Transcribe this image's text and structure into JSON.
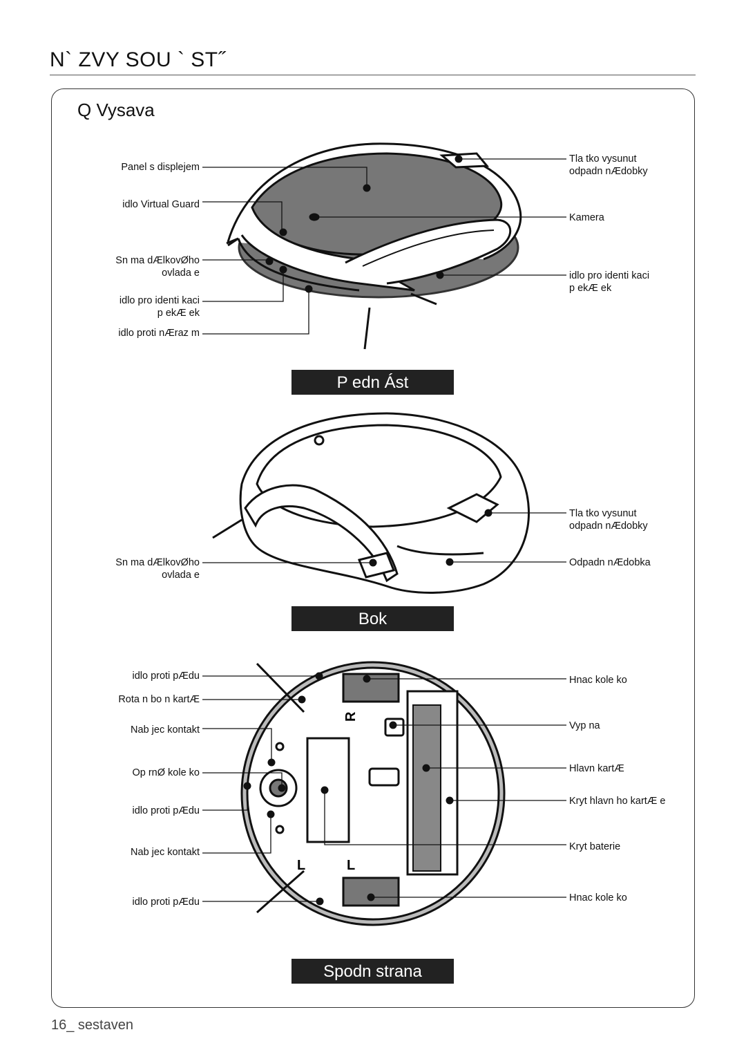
{
  "header": {
    "title": "N` ZVY SOU ` ST˝"
  },
  "section": {
    "title": "Q Vysava"
  },
  "views": {
    "front": {
      "banner": "P edn   Ást",
      "labels_left": [
        "Panel s displejem",
        "idlo Virtual Guard",
        "Sn ma  dÆlkovØho\novlada e",
        "idlo pro identi kaci\np ekÆ ek",
        "idlo proti nÆraz m"
      ],
      "labels_right": [
        "Tla  tko vysunut\nodpadn  nÆdobky",
        "Kamera",
        " idlo pro identi kaci\np ekÆ ek"
      ]
    },
    "side": {
      "banner": "Bok",
      "labels_left": [
        "Sn ma  dÆlkovØho\novlada e"
      ],
      "labels_right": [
        "Tla  tko vysunut\nodpadn  nÆdobky",
        "Odpadn  nÆdobka"
      ]
    },
    "bottom": {
      "banner": "Spodn  strana",
      "labels_left": [
        "idlo proti pÆdu",
        "Rota n  bo n  kartÆ",
        "Nab jec  kontakt",
        "Op rnØ kole ko",
        "idlo proti pÆdu",
        "Nab jec  kontakt",
        "idlo proti pÆdu"
      ],
      "labels_right": [
        "Hnac  kole ko",
        "Vyp na",
        "Hlavn  kartÆ",
        "Kryt hlavn ho kartÆ e",
        "Kryt baterie",
        "Hnac  kole ko"
      ],
      "wheel_marks": [
        "R",
        "L",
        "L"
      ]
    }
  },
  "footer": {
    "text": "16_ sestaven"
  }
}
